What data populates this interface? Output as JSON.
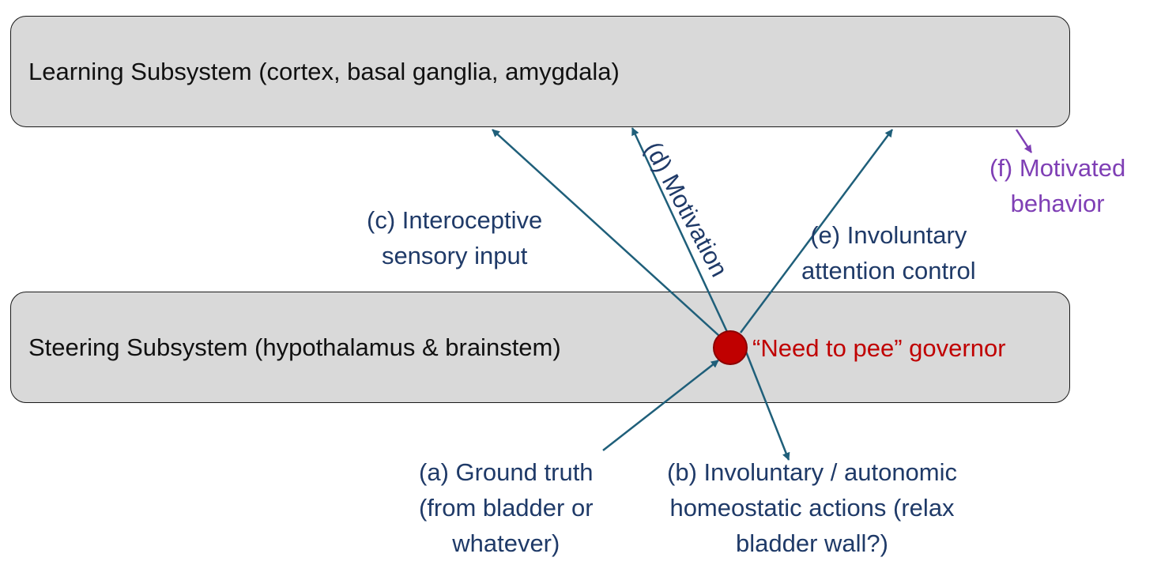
{
  "learning_subsystem": {
    "label": "Learning Subsystem (cortex, basal ganglia, amygdala)"
  },
  "steering_subsystem": {
    "label": "Steering Subsystem (hypothalamus & brainstem)"
  },
  "governor": {
    "label": "“Need to pee” governor",
    "color": "#c00000"
  },
  "arrows": {
    "a": {
      "line1": "(a) Ground truth",
      "line2": "(from bladder or",
      "line3": "whatever)"
    },
    "b": {
      "line1": "(b) Involuntary  / autonomic",
      "line2": "homeostatic actions (relax",
      "line3": "bladder wall?)"
    },
    "c": {
      "line1": "(c) Interoceptive",
      "line2": "sensory input"
    },
    "d": {
      "label": "(d) Motivation"
    },
    "e": {
      "line1": "(e) Involuntary",
      "line2": "attention control"
    },
    "f": {
      "line1": "(f) Motivated",
      "line2": "behavior"
    }
  },
  "colors": {
    "box_fill": "#d9d9d9",
    "arrow": "#1f5f7a",
    "text": "#1f3a68",
    "motivated_behavior": "#7f3fb5"
  }
}
